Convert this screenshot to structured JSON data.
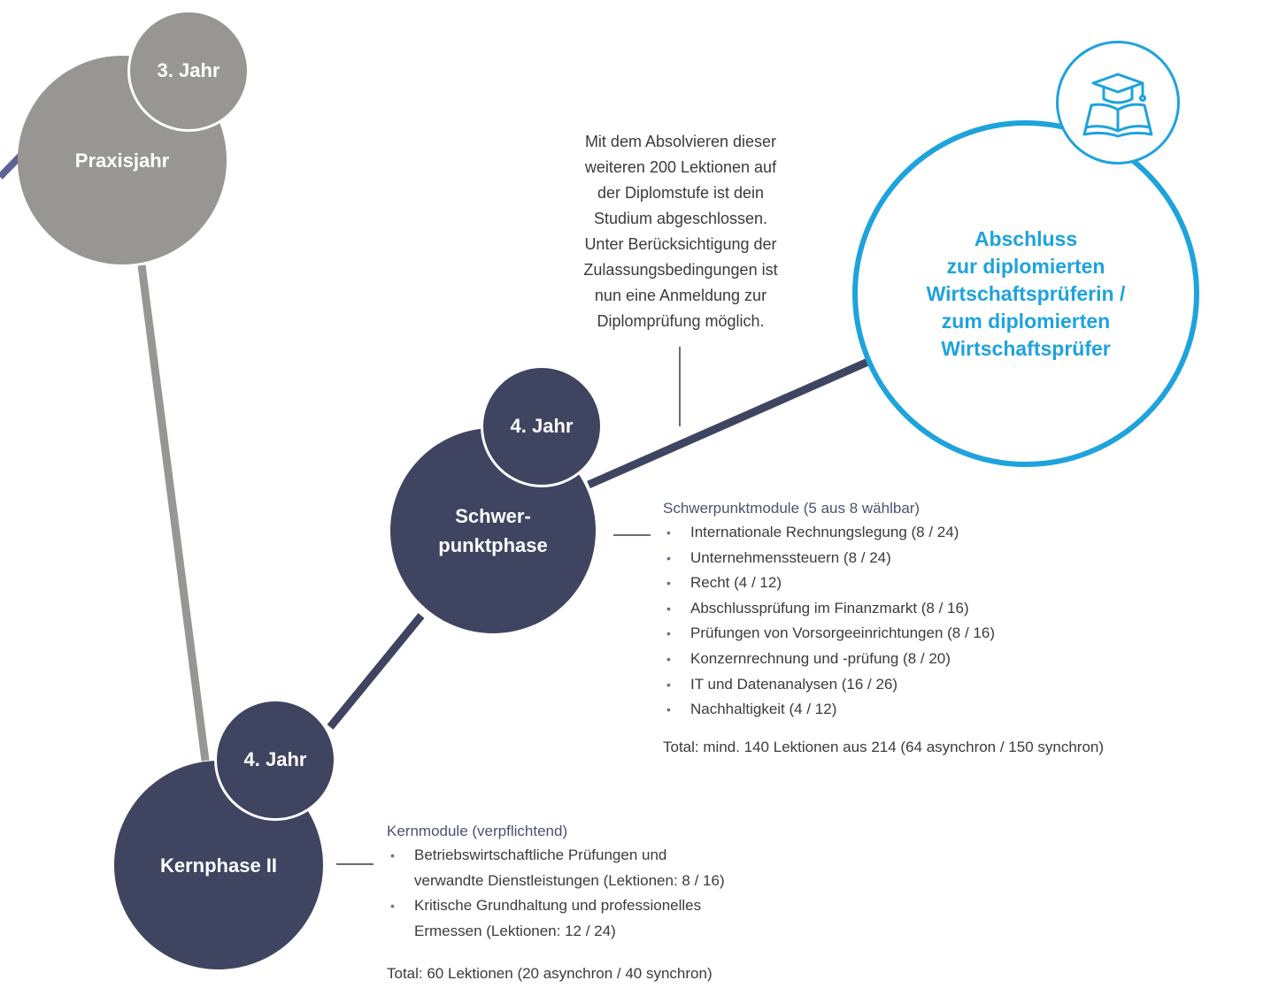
{
  "colors": {
    "gray_circle": "#979692",
    "navy_circle": "#3f4461",
    "accent_blue": "#1ea3dc",
    "text_dark": "#3b3b3b",
    "heading_navy": "#4c5170"
  },
  "nodes": {
    "praxisjahr": {
      "label": "Praxisjahr",
      "year": "3. Jahr"
    },
    "schwerpunktphase": {
      "label": "Schwer-\npunktphase",
      "year": "4. Jahr"
    },
    "kernphase": {
      "label": "Kernphase II",
      "year": "4. Jahr"
    },
    "abschluss": {
      "label": "Abschluss\nzur diplomierten\nWirtschaftsprüferin /\nzum diplomierten\nWirtschaftsprüfer",
      "icon": "graduation-cap-book-icon"
    }
  },
  "note": "Mit dem Absolvieren dieser\nweiteren 200 Lektionen auf\nder Diplomstufe ist dein\nStudium abgeschlossen.\nUnter Berücksichtigung der\nZulassungsbedingungen ist\nnun eine Anmeldung zur\nDiplomprüfung möglich.",
  "schwerpunkt_modules": {
    "heading": "Schwerpunktmodule (5 aus 8 wählbar)",
    "items": [
      "Internationale Rechnungslegung (8 / 24)",
      "Unternehmenssteuern (8 / 24)",
      "Recht (4 / 12)",
      "Abschlussprüfung im Finanzmarkt (8 / 16)",
      "Prüfungen von Vorsorgeeinrichtungen (8 / 16)",
      "Konzernrechnung und -prüfung (8 / 20)",
      "IT und Datenanalysen (16 / 26)",
      "Nachhaltigkeit (4 / 12)"
    ],
    "total": "Total: mind. 140 Lektionen aus 214 (64 asynchron / 150 synchron)"
  },
  "kern_modules": {
    "heading": "Kernmodule (verpflichtend)",
    "items": [
      "Betriebswirtschaftliche Prüfungen und\nverwandte Dienstleistungen (Lektionen: 8 / 16)",
      "Kritische Grundhaltung und professionelles\nErmessen (Lektionen: 12 / 24)"
    ],
    "total": "Total: 60 Lektionen (20 asynchron / 40 synchron)"
  }
}
